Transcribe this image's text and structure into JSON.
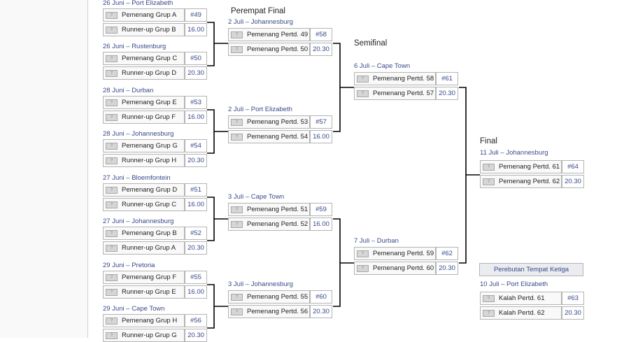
{
  "rounds": {
    "quarterfinal": "Perempat Final",
    "semifinal": "Semifinal",
    "final": "Final",
    "third_place": "Perebutan Tempat Ketiga"
  },
  "flag_placeholder": "?",
  "r16": [
    {
      "label": "26 Juni – Port Elizabeth",
      "team1": "Pemenang Grup A",
      "score1": "#49",
      "team2": "Runner-up Grup B",
      "score2": "16.00"
    },
    {
      "label": "26 Juni – Rustenburg",
      "team1": "Pemenang Grup C",
      "score1": "#50",
      "team2": "Runner-up Grup D",
      "score2": "20.30"
    },
    {
      "label": "28 Juni – Durban",
      "team1": "Pemenang Grup E",
      "score1": "#53",
      "team2": "Runner-up Grup F",
      "score2": "16.00"
    },
    {
      "label": "28 Juni – Johannesburg",
      "team1": "Pemenang Grup G",
      "score1": "#54",
      "team2": "Runner-up Grup H",
      "score2": "20.30"
    },
    {
      "label": "27 Juni – Bloemfontein",
      "team1": "Pemenang Grup D",
      "score1": "#51",
      "team2": "Runner-up Grup C",
      "score2": "16.00"
    },
    {
      "label": "27 Juni – Johannesburg",
      "team1": "Pemenang Grup B",
      "score1": "#52",
      "team2": "Runner-up Grup A",
      "score2": "20.30"
    },
    {
      "label": "29 Juni – Pretoria",
      "team1": "Pemenang Grup F",
      "score1": "#55",
      "team2": "Runner-up Grup E",
      "score2": "16.00"
    },
    {
      "label": "29 Juni – Cape Town",
      "team1": "Pemenang Grup H",
      "score1": "#56",
      "team2": "Runner-up Grup G",
      "score2": "20.30"
    }
  ],
  "qf": [
    {
      "label": "2 Juli – Johannesburg",
      "team1": "Pemenang Pertd. 49",
      "score1": "#58",
      "team2": "Pemenang Pertd. 50",
      "score2": "20.30"
    },
    {
      "label": "2 Juli – Port Elizabeth",
      "team1": "Pemenang Pertd. 53",
      "score1": "#57",
      "team2": "Pemenang Pertd. 54",
      "score2": "16.00"
    },
    {
      "label": "3 Juli – Cape Town",
      "team1": "Pemenang Pertd. 51",
      "score1": "#59",
      "team2": "Pemenang Pertd. 52",
      "score2": "16.00"
    },
    {
      "label": "3 Juli – Johannesburg",
      "team1": "Pemenang Pertd. 55",
      "score1": "#60",
      "team2": "Pemenang Pertd. 56",
      "score2": "20.30"
    }
  ],
  "sf": [
    {
      "label": "6 Juli – Cape Town",
      "team1": "Pemenang Pertd. 58",
      "score1": "#61",
      "team2": "Pemenang Pertd. 57",
      "score2": "20.30"
    },
    {
      "label": "7 Juli – Durban",
      "team1": "Pemenang Pertd. 59",
      "score1": "#62",
      "team2": "Pemenang Pertd. 60",
      "score2": "20.30"
    }
  ],
  "final": {
    "label": "11 Juli – Johannesburg",
    "team1": "Pemenang Pertd. 61",
    "score1": "#64",
    "team2": "Pemenang Pertd. 62",
    "score2": "20.30"
  },
  "third": {
    "label": "10 Juli – Port Elizabeth",
    "team1": "Kalah Pertd. 61",
    "score1": "#63",
    "team2": "Kalah Pertd. 62",
    "score2": "20.30"
  }
}
